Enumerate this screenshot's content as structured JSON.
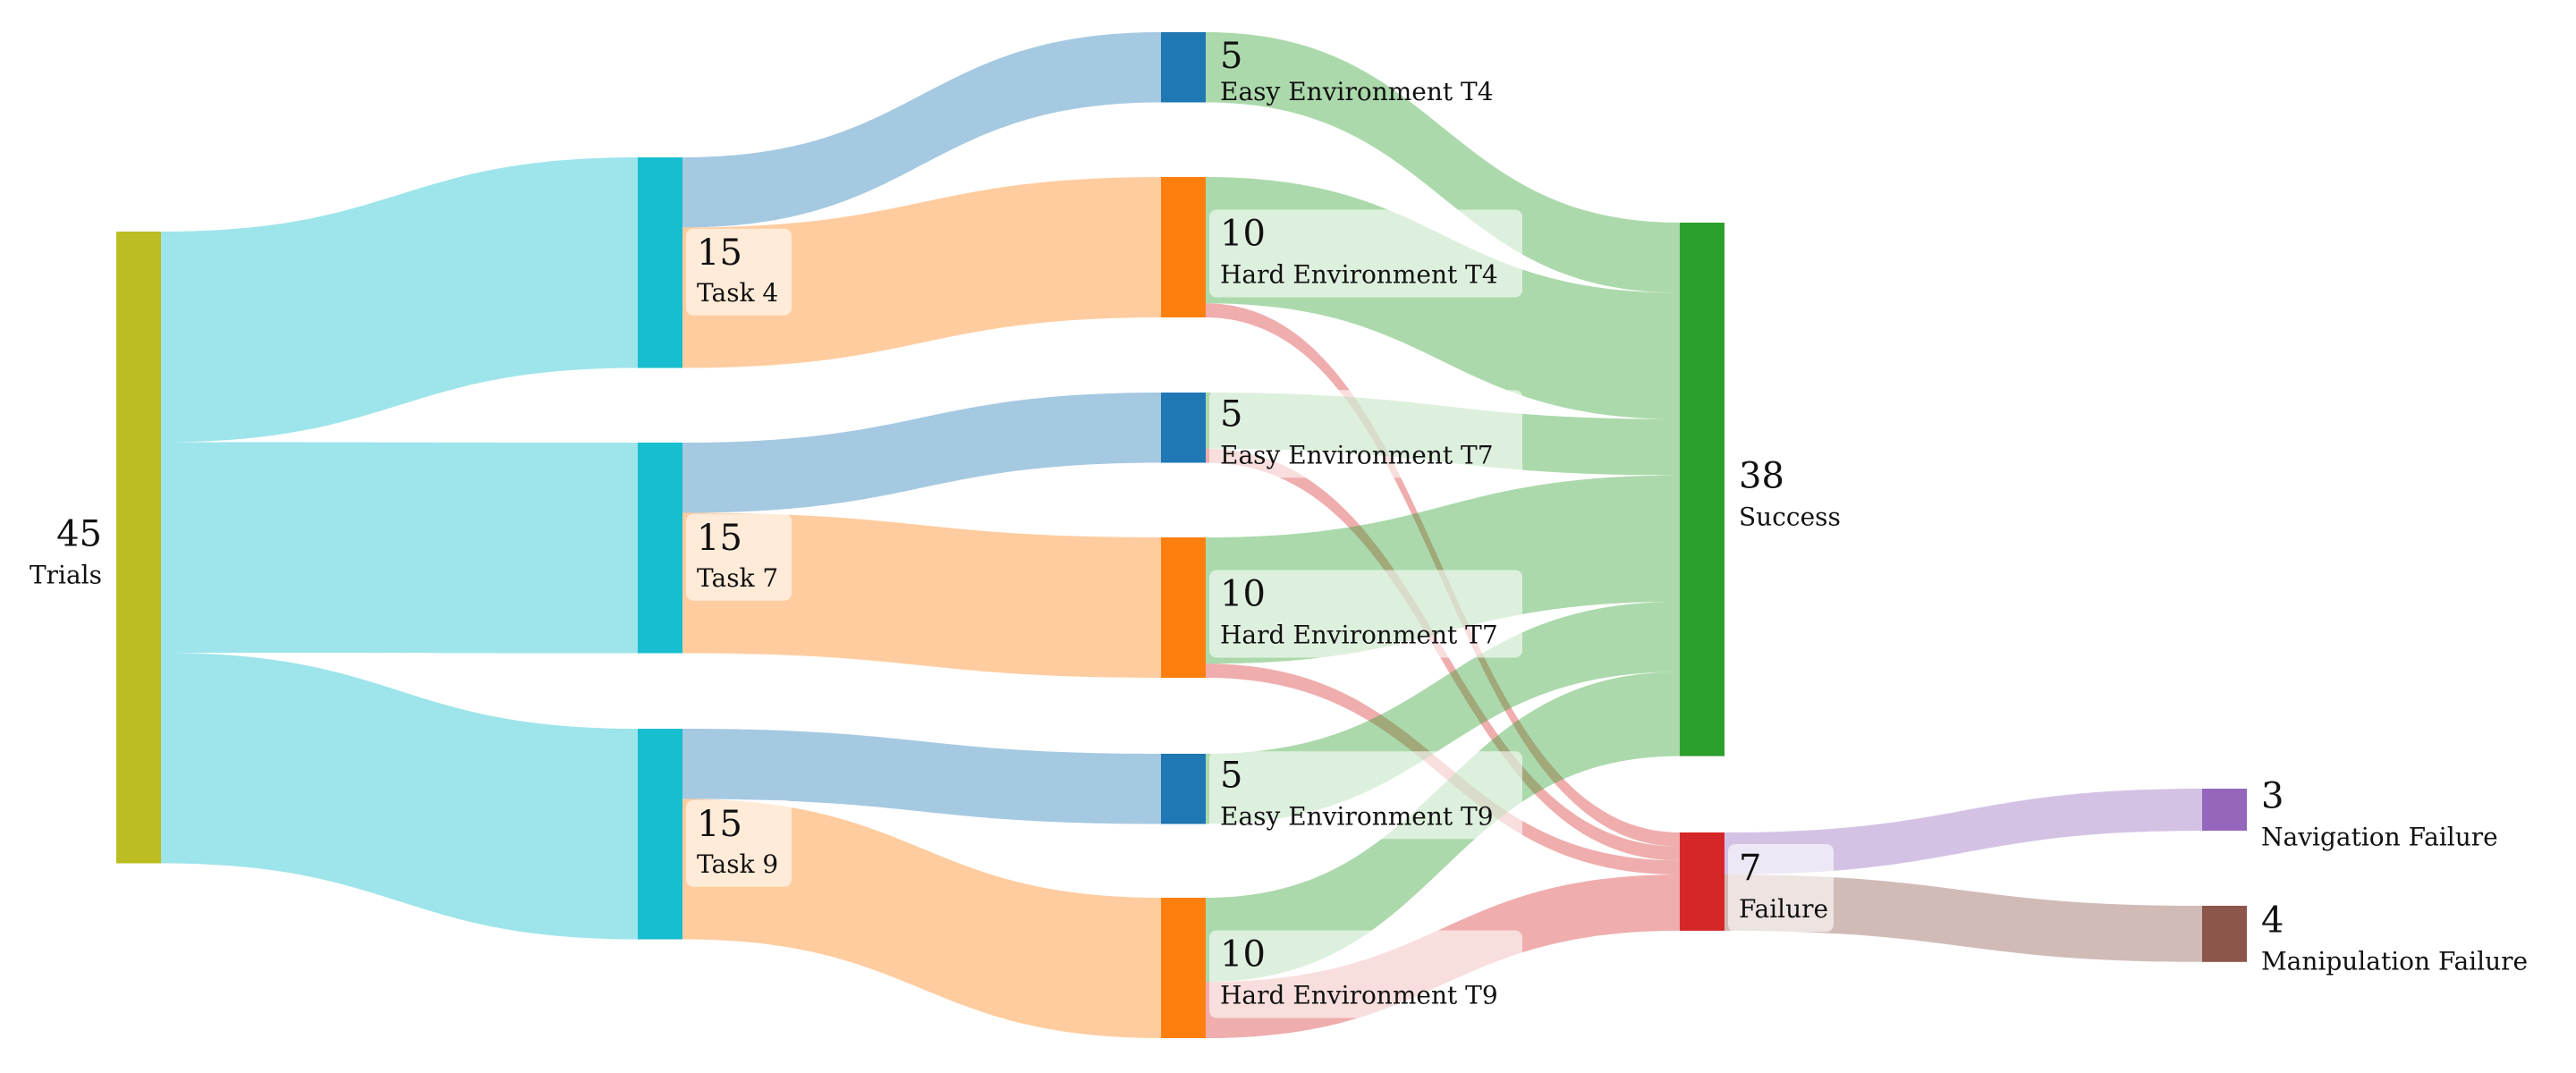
{
  "chart_data": {
    "type": "sankey",
    "colors": {
      "trials": "#bcbd22",
      "task": "#17becf",
      "easy": "#1f77b4",
      "hard": "#ff7f0e",
      "success": "#2ca02c",
      "failure": "#d62728",
      "navigation": "#9467bd",
      "manipulation": "#8c564b"
    },
    "nodes": [
      {
        "id": "trials",
        "label": "Trials",
        "value": 45,
        "color_key": "trials"
      },
      {
        "id": "t4",
        "label": "Task 4",
        "value": 15,
        "color_key": "task"
      },
      {
        "id": "t7",
        "label": "Task 7",
        "value": 15,
        "color_key": "task"
      },
      {
        "id": "t9",
        "label": "Task 9",
        "value": 15,
        "color_key": "task"
      },
      {
        "id": "e4",
        "label": "Easy Environment T4",
        "value": 5,
        "color_key": "easy"
      },
      {
        "id": "h4",
        "label": "Hard Environment T4",
        "value": 10,
        "color_key": "hard"
      },
      {
        "id": "e7",
        "label": "Easy Environment T7",
        "value": 5,
        "color_key": "easy"
      },
      {
        "id": "h7",
        "label": "Hard Environment T7",
        "value": 10,
        "color_key": "hard"
      },
      {
        "id": "e9",
        "label": "Easy Environment T9",
        "value": 5,
        "color_key": "easy"
      },
      {
        "id": "h9",
        "label": "Hard Environment T9",
        "value": 10,
        "color_key": "hard"
      },
      {
        "id": "success",
        "label": "Success",
        "value": 38,
        "color_key": "success"
      },
      {
        "id": "failure",
        "label": "Failure",
        "value": 7,
        "color_key": "failure"
      },
      {
        "id": "nav",
        "label": "Navigation Failure",
        "value": 3,
        "color_key": "navigation"
      },
      {
        "id": "manip",
        "label": "Manipulation Failure",
        "value": 4,
        "color_key": "manipulation"
      }
    ],
    "links": [
      {
        "source": "trials",
        "target": "t4",
        "value": 15
      },
      {
        "source": "trials",
        "target": "t7",
        "value": 15
      },
      {
        "source": "trials",
        "target": "t9",
        "value": 15
      },
      {
        "source": "t4",
        "target": "e4",
        "value": 5
      },
      {
        "source": "t4",
        "target": "h4",
        "value": 10
      },
      {
        "source": "t7",
        "target": "e7",
        "value": 5
      },
      {
        "source": "t7",
        "target": "h7",
        "value": 10
      },
      {
        "source": "t9",
        "target": "e9",
        "value": 5
      },
      {
        "source": "t9",
        "target": "h9",
        "value": 10
      },
      {
        "source": "e4",
        "target": "success",
        "value": 5
      },
      {
        "source": "h4",
        "target": "success",
        "value": 9
      },
      {
        "source": "h4",
        "target": "failure",
        "value": 1
      },
      {
        "source": "e7",
        "target": "success",
        "value": 4
      },
      {
        "source": "e7",
        "target": "failure",
        "value": 1
      },
      {
        "source": "h7",
        "target": "success",
        "value": 9
      },
      {
        "source": "h7",
        "target": "failure",
        "value": 1
      },
      {
        "source": "e9",
        "target": "success",
        "value": 5
      },
      {
        "source": "h9",
        "target": "success",
        "value": 6
      },
      {
        "source": "h9",
        "target": "failure",
        "value": 4
      },
      {
        "source": "failure",
        "target": "nav",
        "value": 3
      },
      {
        "source": "failure",
        "target": "manip",
        "value": 4
      }
    ]
  }
}
